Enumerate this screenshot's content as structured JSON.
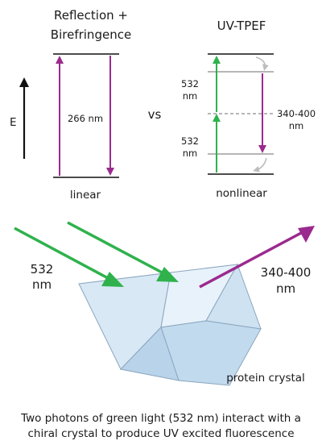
{
  "colors": {
    "purple": "#9b2a8e",
    "green": "#2fb24c",
    "black": "#111111",
    "gray": "#8a8a8a",
    "crystal_light": "#dcebf7",
    "crystal_mid": "#c4dcf0",
    "crystal_edge": "#8aa6be"
  },
  "left_panel": {
    "title_line1": "Reflection +",
    "title_line2": "Birefringence",
    "energy_axis_label": "E",
    "transition_label": "266 nm",
    "caption": "linear"
  },
  "versus_label": "vs",
  "right_panel": {
    "title": "UV-TPEF",
    "upper_label_value": "532",
    "upper_label_unit": "nm",
    "lower_label_value": "532",
    "lower_label_unit": "nm",
    "emission_label_value": "340-400",
    "emission_label_unit": "nm",
    "caption": "nonlinear"
  },
  "crystal_scene": {
    "incoming_label_value": "532",
    "incoming_label_unit": "nm",
    "outgoing_label_value": "340-400",
    "outgoing_label_unit": "nm",
    "crystal_label": "protein crystal"
  },
  "caption": {
    "line1": "Two photons of green light (532 nm) interact with a",
    "line2": "chiral crystal to produce UV excited fluorescence"
  }
}
